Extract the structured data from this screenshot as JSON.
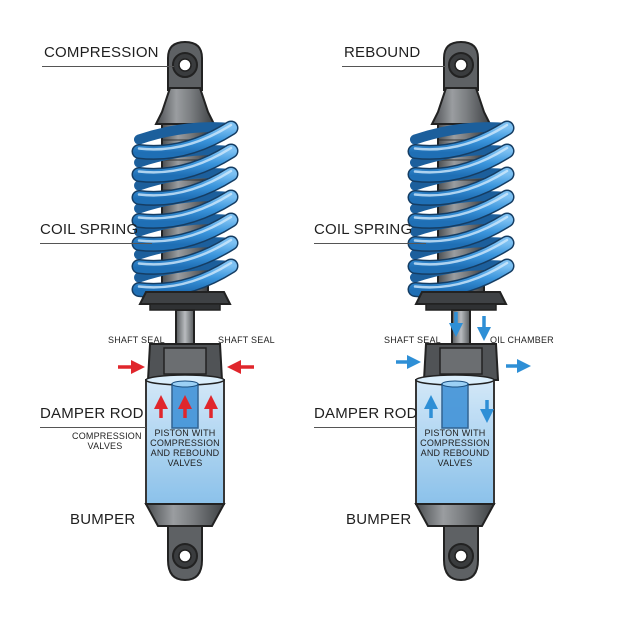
{
  "left": {
    "mode_label": "COMPRESSION",
    "coil_label": "COIL SPRING",
    "seal_left_label": "SHAFT SEAL",
    "seal_right_label": "SHAFT SEAL",
    "rod_label": "DAMPER ROD",
    "valves_label": [
      "COMPRESSION",
      "VALVES"
    ],
    "piston_label": [
      "PISTON WITH",
      "COMPRESSION",
      "AND REBOUND",
      "VALVES"
    ],
    "bumper_label": "BUMPER",
    "arrow_color": "#e0262c"
  },
  "right": {
    "mode_label": "REBOUND",
    "coil_label": "COIL SPRING",
    "seal_label": "SHAFT SEAL",
    "chamber_label": "OIL CHAMBER",
    "rod_label": "DAMPER ROD",
    "piston_label": [
      "PISTON WITH",
      "COMPRESSION",
      "AND REBOUND",
      "VALVES"
    ],
    "bumper_label": "BUMPER",
    "arrow_color": "#2e8fd6"
  },
  "colors": {
    "spring": "#4aa3e8",
    "spring_dark": "#1c5f9c",
    "body": "#6e7174",
    "oil": "#a9d4f2",
    "outline": "#222222"
  },
  "icons": [
    "compression-arrow-icon",
    "rebound-arrow-icon",
    "eye-mount-icon"
  ]
}
